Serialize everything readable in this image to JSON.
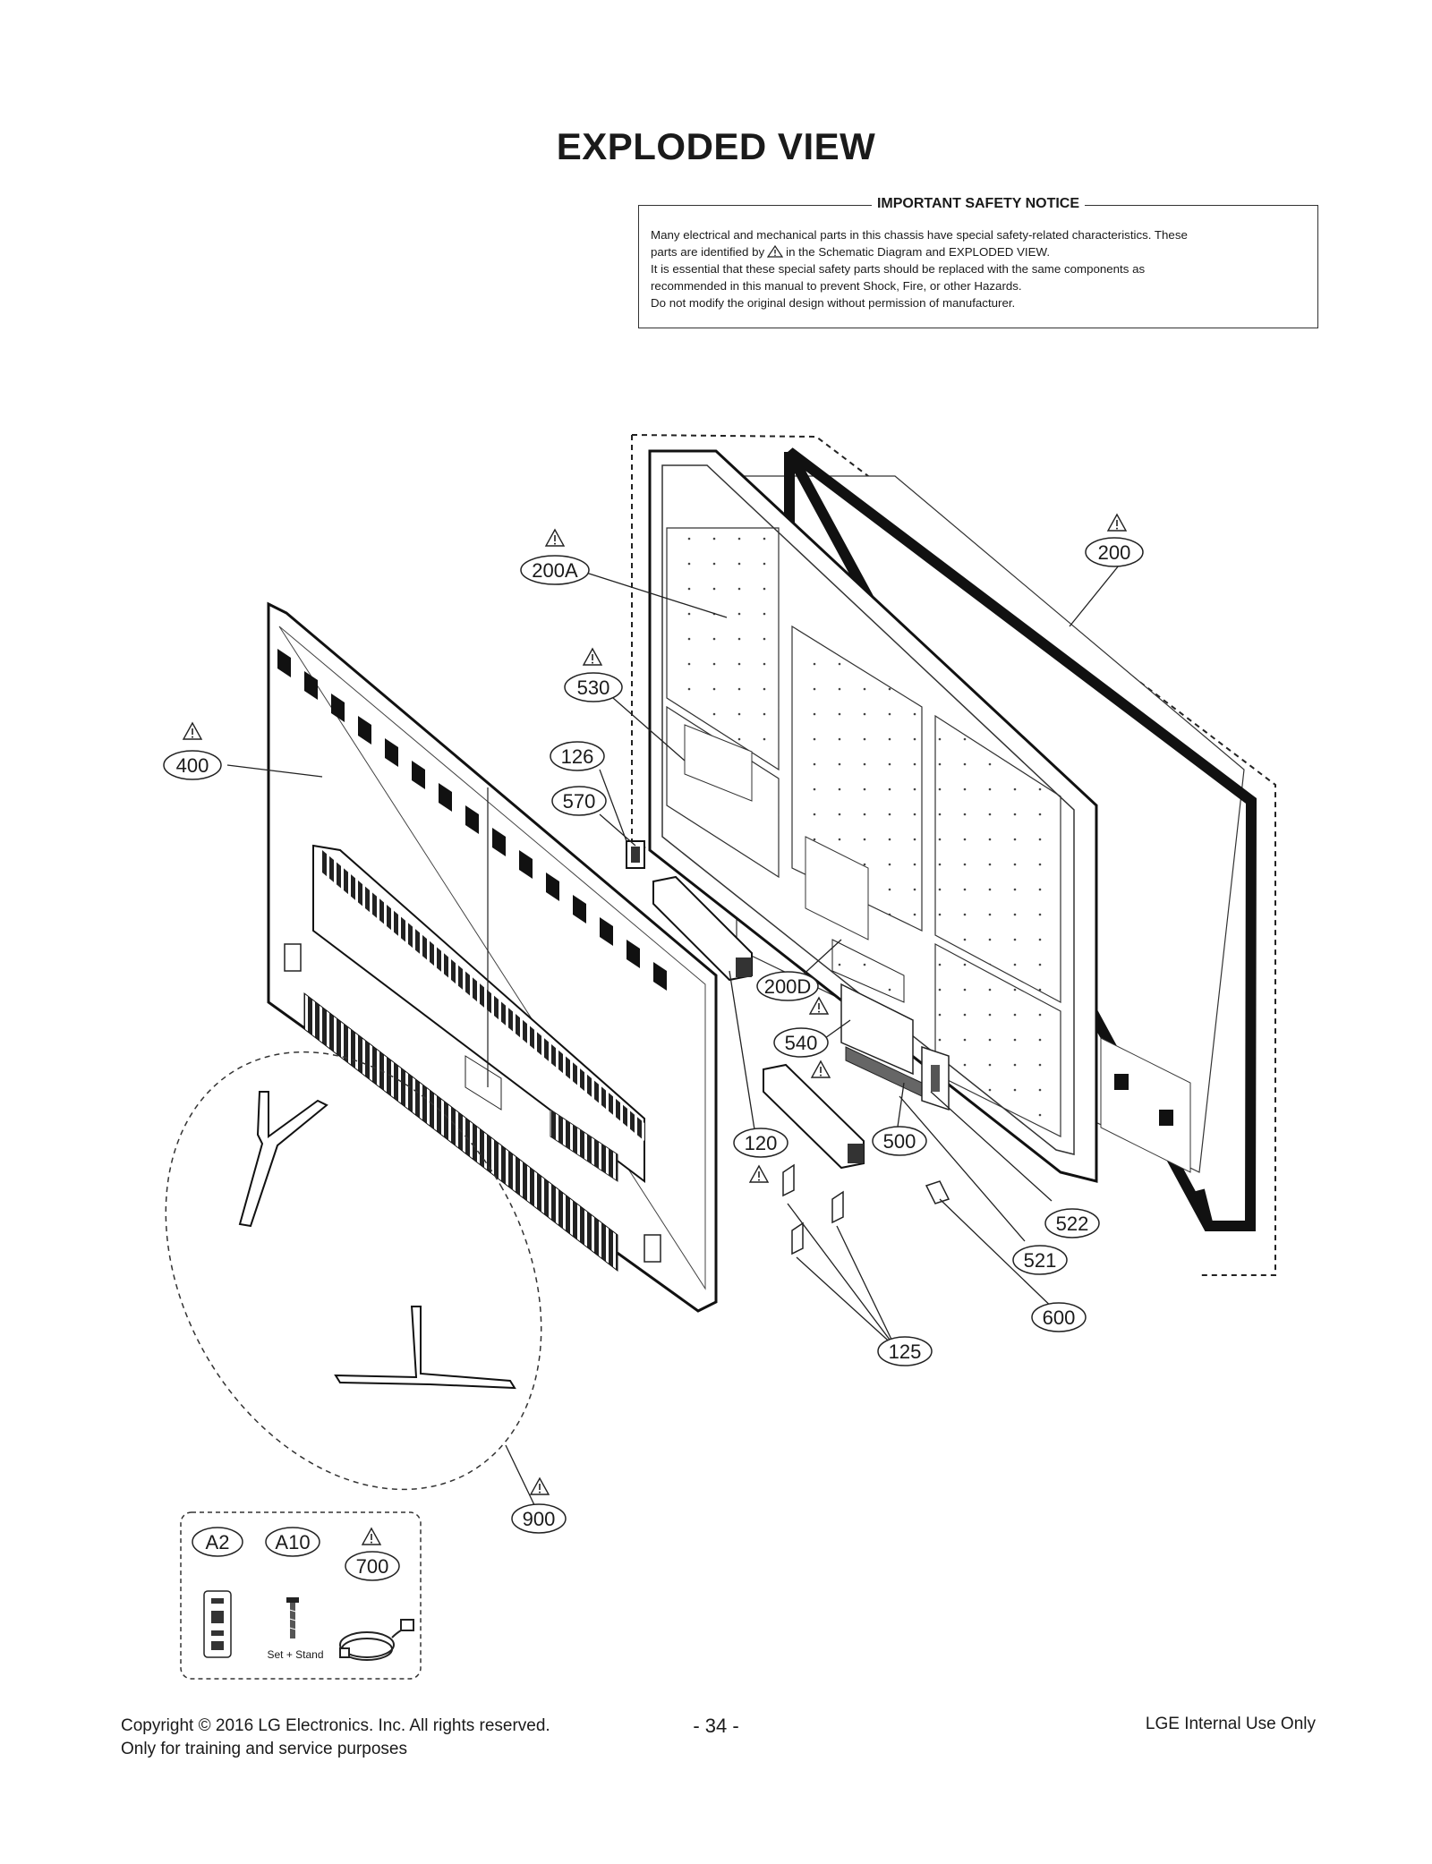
{
  "title": "EXPLODED VIEW",
  "notice": {
    "title": "IMPORTANT SAFETY NOTICE",
    "line1": "Many electrical and mechanical parts in this chassis have special safety-related characteristics. These",
    "line2a": "parts are identified by",
    "line2b": "in the Schematic Diagram and EXPLODED VIEW.",
    "line3": "It is essential that these special safety parts should be replaced with the same components as",
    "line4": "recommended in this manual to prevent Shock, Fire, or other Hazards.",
    "line5": "Do not modify the original design without permission of manufacturer."
  },
  "parts": {
    "p200": "200",
    "p200A": "200A",
    "p530": "530",
    "p126": "126",
    "p570": "570",
    "p400": "400",
    "p200D": "200D",
    "p540": "540",
    "p120": "120",
    "p500": "500",
    "p522": "522",
    "p521": "521",
    "p600": "600",
    "p125": "125",
    "p900": "900",
    "pA2": "A2",
    "pA10": "A10",
    "p700": "700"
  },
  "accessory_note": "Set + Stand",
  "footer": {
    "copyright": "Copyright  © 2016 LG Electronics. Inc. All rights reserved.",
    "purpose": "Only for training and service purposes",
    "page": "- 34 -",
    "internal": "LGE Internal Use Only"
  }
}
